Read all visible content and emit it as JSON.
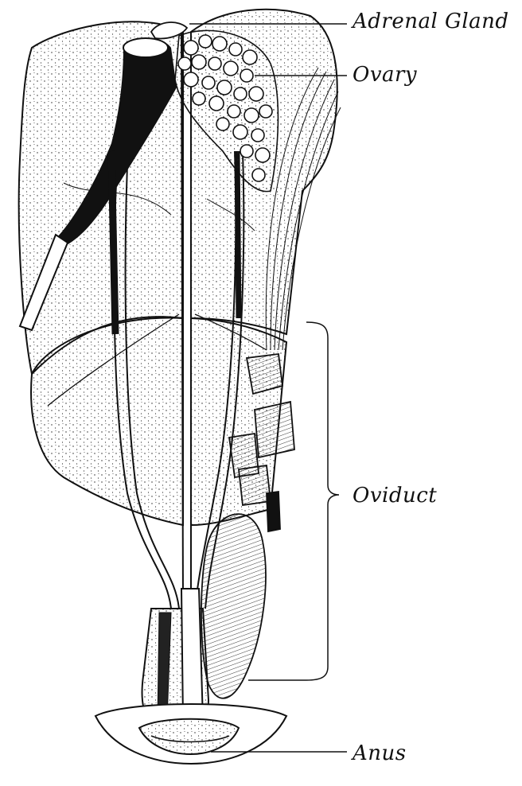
{
  "labels": {
    "adrenal_gland": "Adrenal Gland",
    "ovary": "Ovary",
    "oviduct": "Oviduct",
    "anus": "Anus"
  },
  "colors": {
    "ink": "#111111",
    "paper": "#ffffff"
  }
}
